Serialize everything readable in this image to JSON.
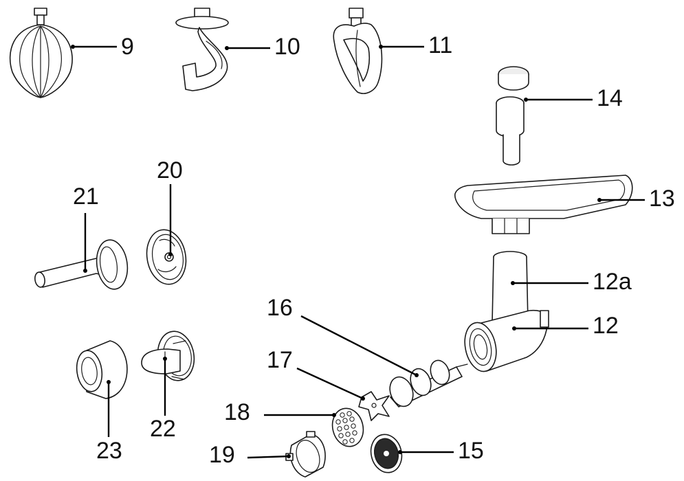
{
  "diagram": {
    "callouts": [
      {
        "id": "9",
        "label": "9",
        "part_icon": "flat-beater-wire-whip-icon"
      },
      {
        "id": "10",
        "label": "10",
        "part_icon": "dough-hook-icon"
      },
      {
        "id": "11",
        "label": "11",
        "part_icon": "flat-beater-icon"
      },
      {
        "id": "14",
        "label": "14",
        "part_icon": "food-pusher-icon"
      },
      {
        "id": "13",
        "label": "13",
        "part_icon": "food-tray-icon"
      },
      {
        "id": "12a",
        "label": "12a",
        "part_icon": "grinder-feed-tube-icon"
      },
      {
        "id": "12",
        "label": "12",
        "part_icon": "grinder-housing-icon"
      },
      {
        "id": "16",
        "label": "16",
        "part_icon": "feed-screw-icon"
      },
      {
        "id": "17",
        "label": "17",
        "part_icon": "cross-blade-icon"
      },
      {
        "id": "18",
        "label": "18",
        "part_icon": "coarse-grinding-plate-icon"
      },
      {
        "id": "19",
        "label": "19",
        "part_icon": "ring-nut-icon"
      },
      {
        "id": "15",
        "label": "15",
        "part_icon": "fine-grinding-plate-icon"
      },
      {
        "id": "20",
        "label": "20",
        "part_icon": "sausage-spacer-plate-icon"
      },
      {
        "id": "21",
        "label": "21",
        "part_icon": "sausage-funnel-icon"
      },
      {
        "id": "22",
        "label": "22",
        "part_icon": "kibbe-cone-icon"
      },
      {
        "id": "23",
        "label": "23",
        "part_icon": "kibbe-ring-icon"
      }
    ]
  }
}
